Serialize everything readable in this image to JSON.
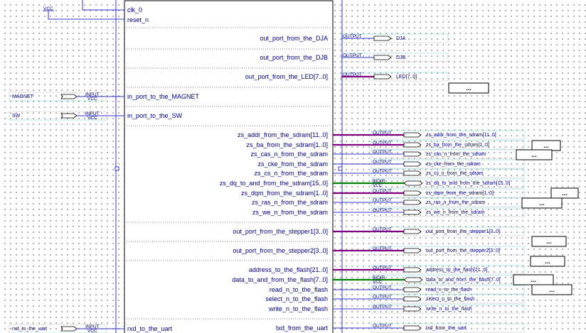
{
  "top_ports": [
    {
      "label": "clk_0"
    },
    {
      "label": "reset_n"
    }
  ],
  "vcc_label": "VCC",
  "input_tag": "INPUT",
  "input_sub": "VCC",
  "output_tag": "OUTPUT",
  "bidir_tag": "BIDIR",
  "bidir_sub": "VCC",
  "ellipsis": "...",
  "left_inputs": [
    {
      "pin": "MAGNET",
      "port": "in_port_to_the_MAGNET"
    },
    {
      "pin": "SW",
      "port": "in_port_to_the_SW"
    },
    {
      "pin": "rxd_to_the_uart",
      "port": "rxd_to_the_uart"
    }
  ],
  "right_ports": [
    {
      "port": "out_port_from_the_DJA",
      "pin": "DJA",
      "dir": "output",
      "bus": false
    },
    {
      "port": "out_port_from_the_DJB",
      "pin": "DJB",
      "dir": "output",
      "bus": false
    },
    {
      "port": "out_port_from_the_LED[7..0]",
      "pin": "LED[7..0]",
      "dir": "output",
      "bus": true
    },
    {
      "port": "zs_addr_from_the_sdram[11..0]",
      "pin": "zs_addr_from_the_sdram[11..0]",
      "dir": "output",
      "bus": true
    },
    {
      "port": "zs_ba_from_the_sdram[1..0]",
      "pin": "zs_ba_from_the_sdram[1..0]",
      "dir": "output",
      "bus": true
    },
    {
      "port": "zs_cas_n_from_the_sdram",
      "pin": "zs_cas_n_from_the_sdram",
      "dir": "output",
      "bus": false
    },
    {
      "port": "zs_cke_from_the_sdram",
      "pin": "zs_cke_from_the_sdram",
      "dir": "output",
      "bus": false
    },
    {
      "port": "zs_cs_n_from_the_sdram",
      "pin": "zs_cs_n_from_the_sdram",
      "dir": "output",
      "bus": false
    },
    {
      "port": "zs_dq_to_and_from_the_sdram[15..0]",
      "pin": "zs_dq_to_and_from_the_sdram[15..0]",
      "dir": "bidir",
      "bus": true
    },
    {
      "port": "zs_dqm_from_the_sdram[1..0]",
      "pin": "zs_dqm_from_the_sdram[1..0]",
      "dir": "output",
      "bus": true
    },
    {
      "port": "zs_ras_n_from_the_sdram",
      "pin": "zs_ras_n_from_the_sdram",
      "dir": "output",
      "bus": false
    },
    {
      "port": "zs_we_n_from_the_sdram",
      "pin": "zs_we_n_from_the_sdram",
      "dir": "output",
      "bus": false
    },
    {
      "port": "out_port_from_the_stepper1[3..0]",
      "pin": "out_port_from_the_stepper1[3..0]",
      "dir": "output",
      "bus": true
    },
    {
      "port": "out_port_from_the_stepper2[3..0]",
      "pin": "out_port_from_the_stepper2[3..0]",
      "dir": "output",
      "bus": true
    },
    {
      "port": "address_to_the_flash[21..0]",
      "pin": "address_to_the_flash[21..0]",
      "dir": "output",
      "bus": true
    },
    {
      "port": "data_to_and_from_the_flash[7..0]",
      "pin": "data_to_and_from_the_flash[7..0]",
      "dir": "bidir",
      "bus": true
    },
    {
      "port": "read_n_to_the_flash",
      "pin": "read_n_to_the_flash",
      "dir": "output",
      "bus": false
    },
    {
      "port": "select_n_to_the_flash",
      "pin": "select_n_to_the_flash",
      "dir": "output",
      "bus": false
    },
    {
      "port": "write_n_to_the_flash",
      "pin": "write_n_to_the_flash",
      "dir": "output",
      "bus": false
    },
    {
      "port": "txd_from_the_uart",
      "pin": "txd_from_the_uart",
      "dir": "output",
      "bus": false
    }
  ],
  "colors": {
    "wire": "#3333cc",
    "bus": "#800080",
    "bidir_bus": "#008000",
    "text": "#000080",
    "pin_frame": "#7fbfbf"
  }
}
